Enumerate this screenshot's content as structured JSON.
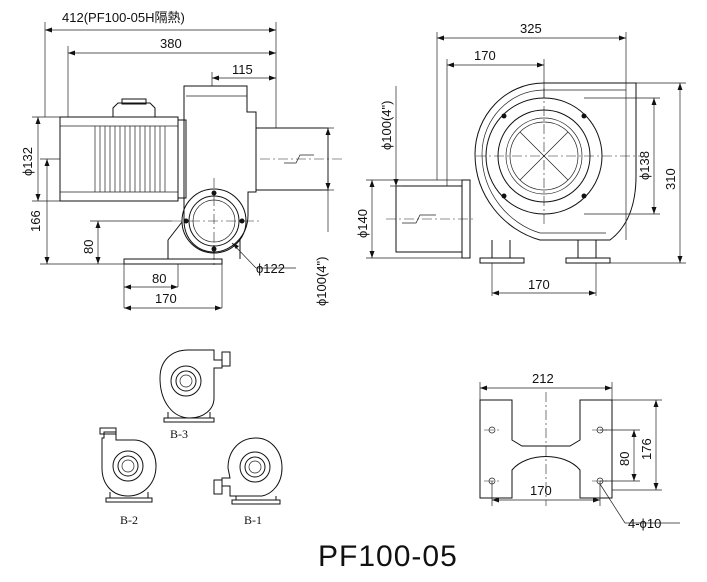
{
  "model_name": "PF100-05",
  "side_view": {
    "dims": {
      "overall_length": "412(PF100-05H隔熱)",
      "length": "380",
      "outlet_offset": "115",
      "motor_dia": "ϕ132",
      "center_height": "166",
      "foot_height": "80",
      "foot_inner": "80",
      "foot_outer": "170",
      "inlet_dia": "ϕ122",
      "outlet_pipe": "ϕ100(4\")"
    }
  },
  "front_view": {
    "dims": {
      "overall_width": "325",
      "outlet_offset": "170",
      "inlet_pipe": "ϕ100(4\")",
      "flange_dia": "ϕ140",
      "inlet_dia": "ϕ138",
      "overall_height": "310",
      "base_width": "170"
    }
  },
  "orientations": [
    {
      "label": "B-3"
    },
    {
      "label": "B-2"
    },
    {
      "label": "B-1"
    }
  ],
  "base_plate": {
    "dims": {
      "width": "212",
      "depth": "176",
      "inner": "80",
      "hole_spacing": "170",
      "holes": "4-ϕ10"
    }
  }
}
